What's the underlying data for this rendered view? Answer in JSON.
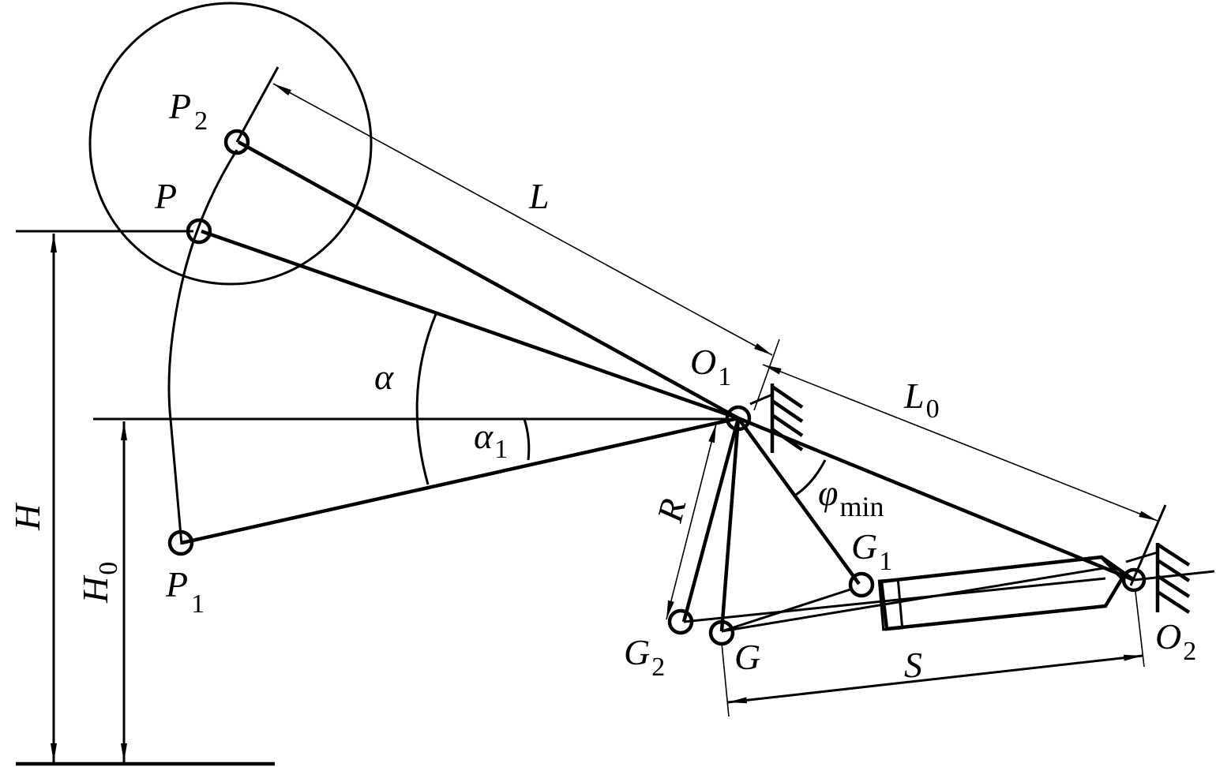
{
  "labels": {
    "P2": {
      "main": "P",
      "sub": "2"
    },
    "P": {
      "main": "P"
    },
    "P1": {
      "main": "P",
      "sub": "1"
    },
    "L": {
      "main": "L"
    },
    "L0": {
      "main": "L",
      "sub": "0"
    },
    "O1": {
      "main": "O",
      "sub": "1"
    },
    "O2": {
      "main": "O",
      "sub": "2"
    },
    "alpha": {
      "main": "α"
    },
    "alpha1": {
      "main": "α",
      "sub": "1"
    },
    "phi_min": {
      "main": "φ",
      "sub": "min"
    },
    "R": {
      "main": "R"
    },
    "G": {
      "main": "G"
    },
    "G1": {
      "main": "G",
      "sub": "1"
    },
    "G2": {
      "main": "G",
      "sub": "2"
    },
    "S": {
      "main": "S"
    },
    "H": {
      "main": "H"
    },
    "H0": {
      "main": "H",
      "sub": "0"
    }
  }
}
